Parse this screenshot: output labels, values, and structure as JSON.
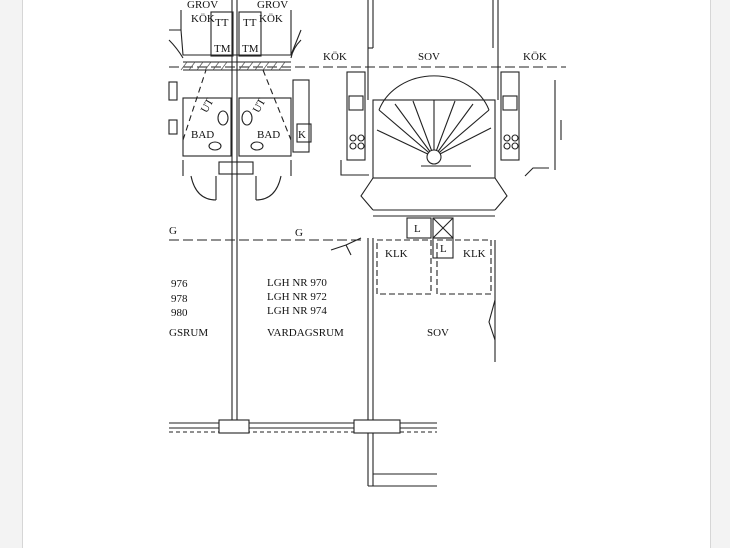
{
  "plan": {
    "labels": {
      "grov_left": "GROV",
      "grov_right": "GROV",
      "kok_left_top": "KÖK",
      "kok_right_top": "KÖK",
      "tt_left": "TT",
      "tt_right": "TT",
      "tm_left": "TM",
      "tm_right": "TM",
      "kok_mid": "KÖK",
      "sov_top": "SOV",
      "kok_far_right": "KÖK",
      "ut_left": "UT",
      "ut_right": "UT",
      "bad_left": "BAD",
      "bad_right": "BAD",
      "k_left": "K",
      "g_left": "G",
      "g_mid": "G",
      "l_upper": "L",
      "l_lower": "L",
      "klk_left": "KLK",
      "klk_right": "KLK",
      "apt_left_1": "976",
      "apt_left_2": "978",
      "apt_left_3": "980",
      "room_left": "GSRUM",
      "apt_mid_1": "LGH NR 970",
      "apt_mid_2": "LGH NR 972",
      "apt_mid_3": "LGH NR 974",
      "room_mid": "VARDAGSRUM",
      "sov_bottom": "SOV"
    },
    "colors": {
      "line": "#222222",
      "hatch": "#555555",
      "background": "#ffffff"
    }
  }
}
